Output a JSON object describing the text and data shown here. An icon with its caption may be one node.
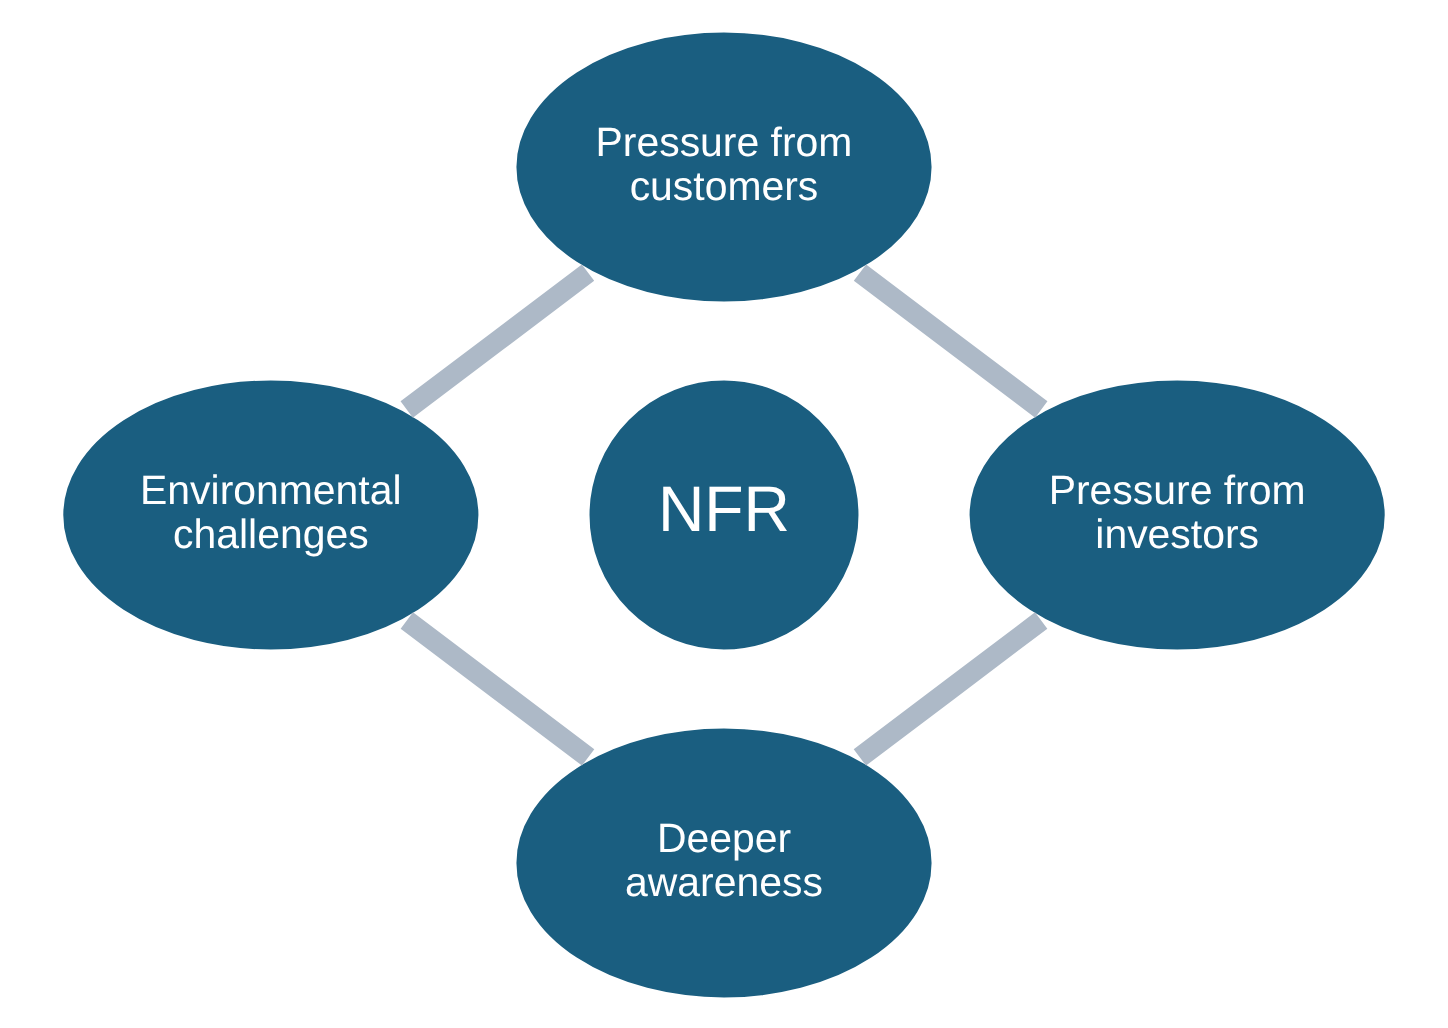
{
  "diagram": {
    "nodes": [
      {
        "text": [
          "NFR"
        ]
      },
      {
        "text": [
          "Pressure from customers"
        ]
      },
      {
        "text": [
          "Pressure from investors"
        ]
      },
      {
        "text": [
          "Deeper awareness"
        ]
      },
      {
        "text": [
          "Environmental challenges"
        ]
      }
    ],
    "edges": [
      {
        "from": 1,
        "to": 2,
        "arrow": "none",
        "color": "#adb9c7"
      },
      {
        "from": 2,
        "to": 3,
        "arrow": "none",
        "color": "#adb9c7"
      },
      {
        "from": 3,
        "to": 4,
        "arrow": "none",
        "color": "#adb9c7"
      },
      {
        "from": 4,
        "to": 1,
        "arrow": "none",
        "color": "#adb9c7"
      }
    ]
  }
}
